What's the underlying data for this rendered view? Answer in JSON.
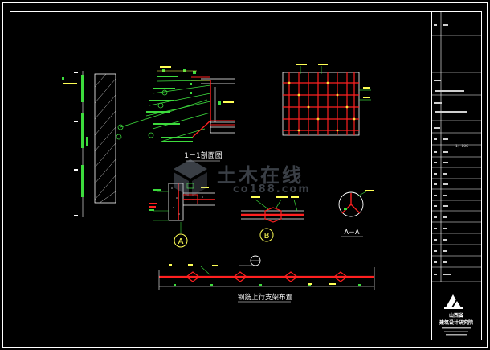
{
  "drawing": {
    "section_title": "1－1剖面图",
    "detail_a_label": "A",
    "detail_b_label": "B",
    "section_aa_label": "A－A",
    "plan_title": "钢筋上行支架布置"
  },
  "title_block": {
    "org_name_line1": "山西省",
    "org_name_line2": "建筑设计研究院",
    "scale_text": "1：100"
  },
  "watermark": {
    "cn": "土木在线",
    "en": "co188.com"
  },
  "colors": {
    "background": "#000000",
    "frame": "#ffffff",
    "rebar": "#ff2020",
    "annotation": "#3ddc3d",
    "text_yellow": "#ffff55",
    "text_cyan": "#40e0e0",
    "watermark": "#8a96a6"
  }
}
